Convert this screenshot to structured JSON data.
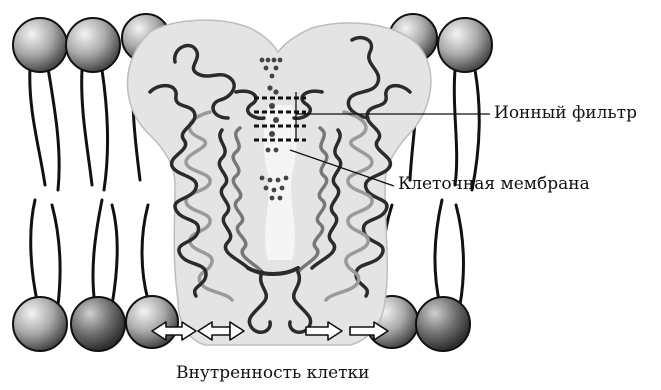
{
  "labels": {
    "ion_filter": "Ионный фильтр",
    "cell_membrane": "Клеточная мембрана",
    "cell_interior": "Внутренность клетки"
  },
  "colors": {
    "lipid_head_light": "#e8e8e8",
    "lipid_head_dark": "#5a5a5a",
    "channel_fill": "#e6e6e6",
    "helix_dark": "#2b2b2b",
    "helix_light": "#9a9a9a",
    "ion": "#444444"
  }
}
